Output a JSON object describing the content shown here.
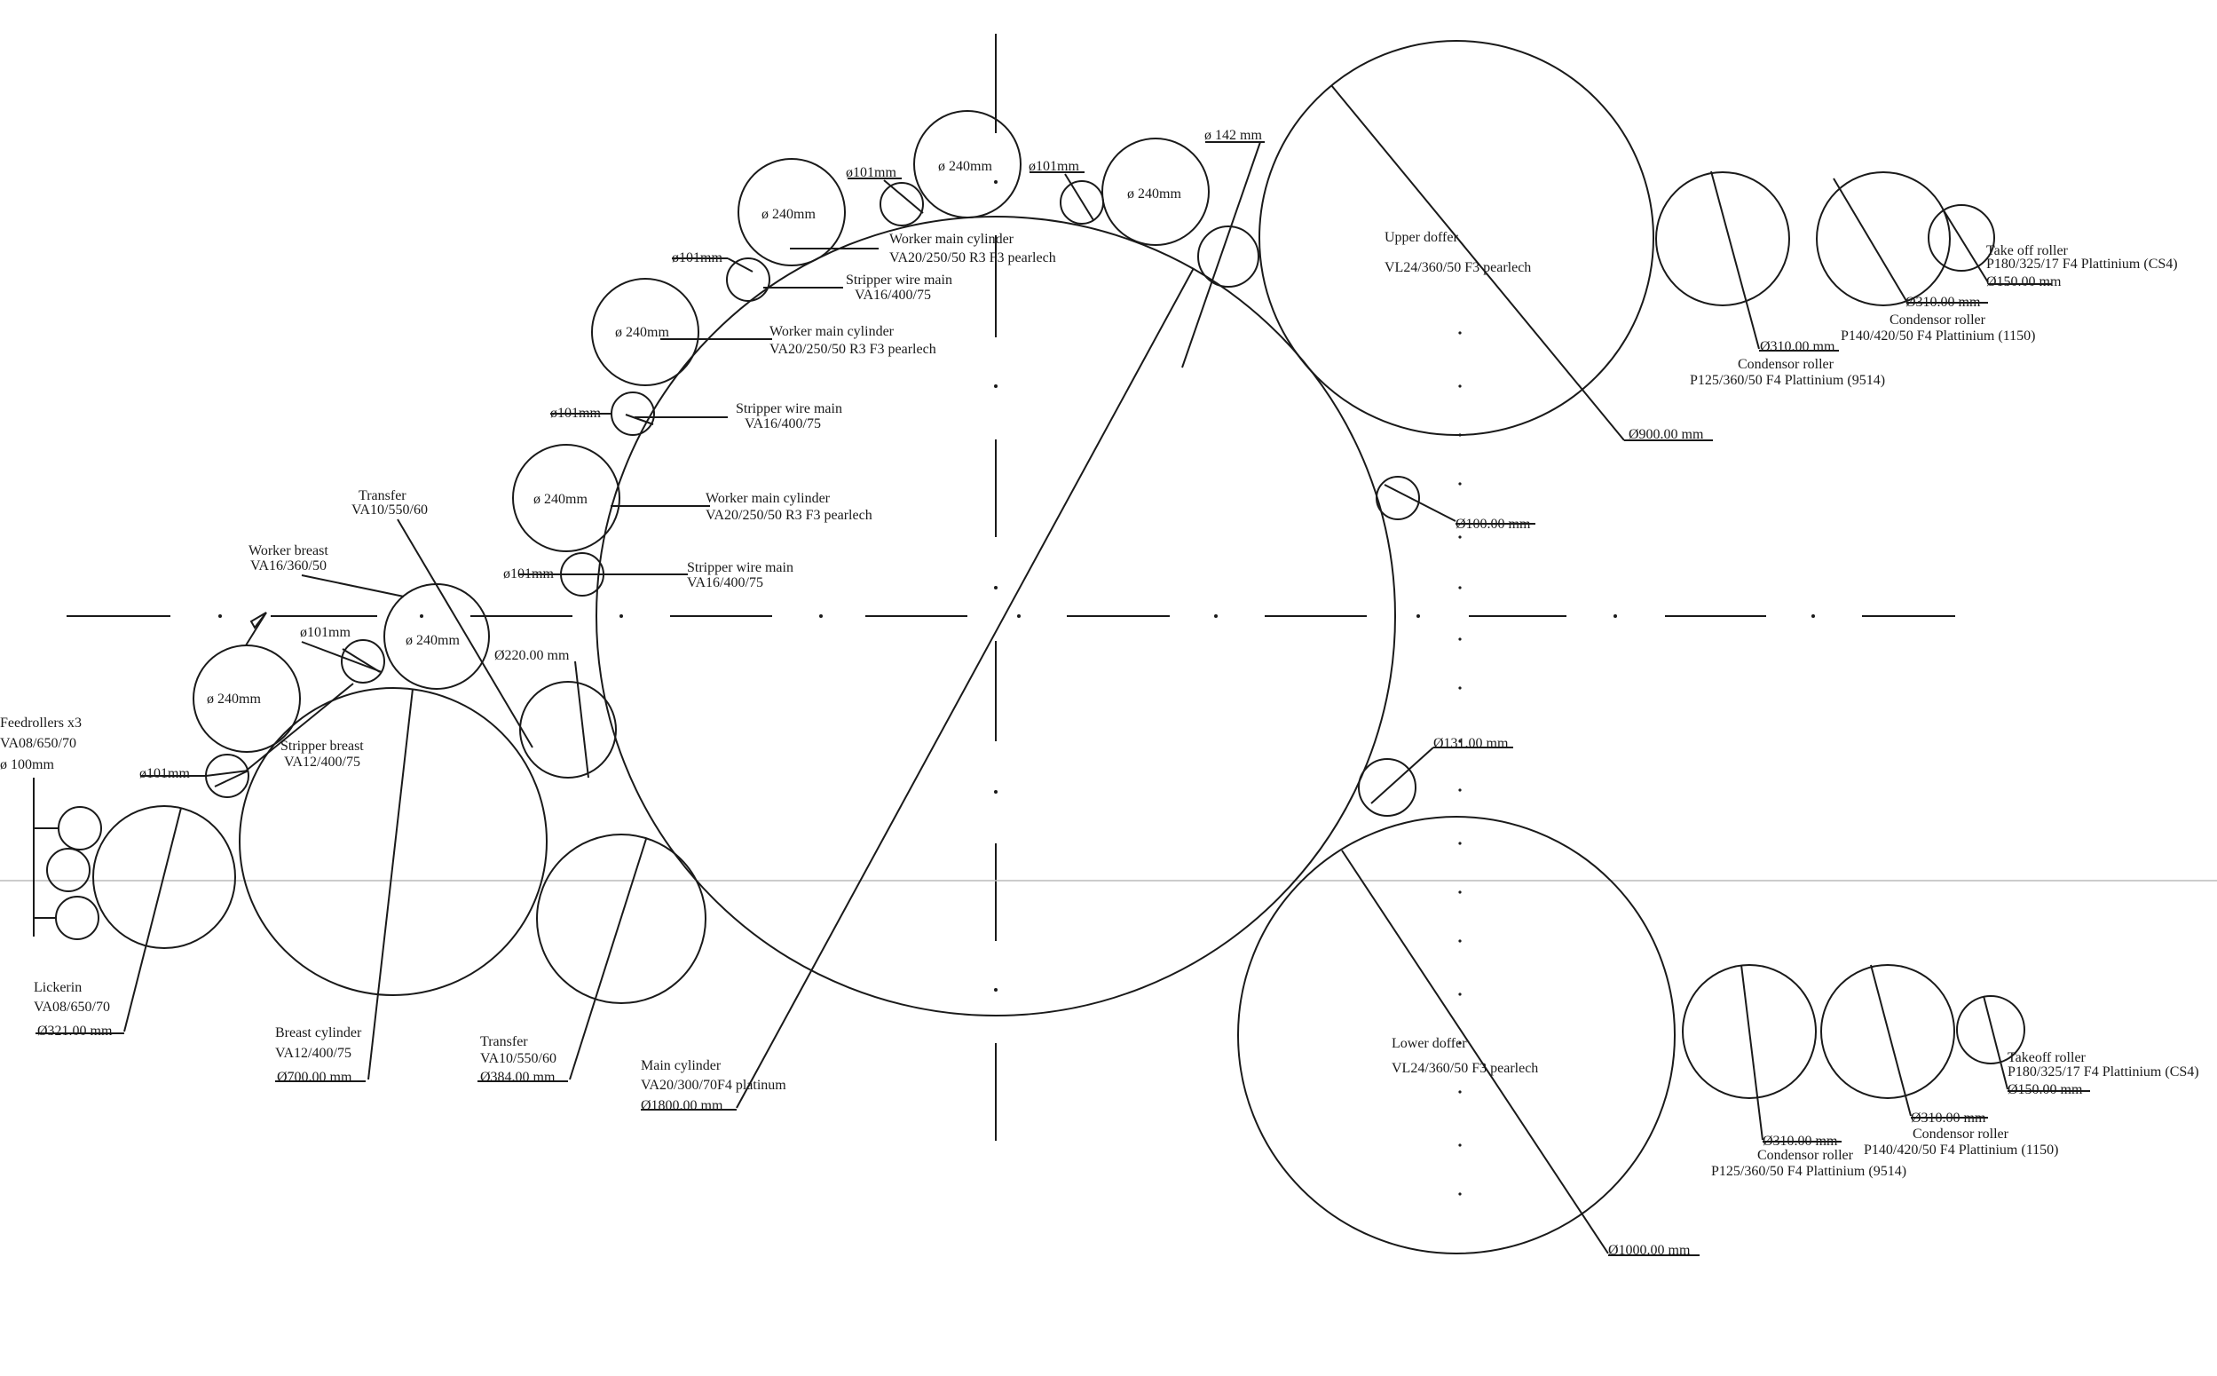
{
  "labels": {
    "feedrollers_title": "Feedrollers x3",
    "feedrollers_spec": "VA08/650/70",
    "feedrollers_dia": "ø 100mm",
    "lickerin_title": "Lickerin",
    "lickerin_spec": "VA08/650/70",
    "lickerin_dia": "Ø321.00 mm",
    "breast_title": "Breast cylinder",
    "breast_spec": "VA12/400/75",
    "breast_dia": "Ø700.00 mm",
    "transfer_low_title": "Transfer",
    "transfer_low_spec": "VA10/550/60",
    "transfer_low_dia": "Ø384.00 mm",
    "main_title": "Main cylinder",
    "main_spec": "VA20/300/70F4 platinum",
    "main_dia": "Ø1800.00 mm",
    "worker_breast_title": "Worker breast",
    "worker_breast_spec": "VA16/360/50",
    "transfer_top_title": "Transfer",
    "transfer_top_spec": "VA10/550/60",
    "stripper_breast_title": "Stripper breast",
    "stripper_breast_spec": "VA12/400/75",
    "dia_101a": "ø101mm",
    "dia_101b": "ø101mm",
    "dia_240a": "ø 240mm",
    "dia_240b": "ø 240mm",
    "dia_220": "Ø220.00 mm",
    "dia_240c": "ø 240mm",
    "dia_101c": "ø101mm",
    "stripper_main_1_title": "Stripper wire main",
    "stripper_main_1_spec": "VA16/400/75",
    "worker_main_1_title": "Worker main cylinder",
    "worker_main_1_spec": "VA20/250/50 R3 F3 pearlech",
    "dia_101d": "ø101mm",
    "stripper_main_2_title": "Stripper wire main",
    "stripper_main_2_spec": "VA16/400/75",
    "dia_240d": "ø 240mm",
    "worker_main_2_title": "Worker main cylinder",
    "worker_main_2_spec": "VA20/250/50 R3 F3 pearlech",
    "dia_101e": "ø101mm",
    "stripper_main_3_title": "Stripper wire main",
    "stripper_main_3_spec": "VA16/400/75",
    "dia_240e": "ø 240mm",
    "worker_main_3_title": "Worker main cylinder",
    "worker_main_3_spec": "VA20/250/50 R3 F3 pearlech",
    "dia_101f": "ø101mm",
    "dia_240f": "ø 240mm",
    "dia_101g": "ø101mm",
    "dia_240g": "ø 240mm",
    "dia_142": "ø 142 mm",
    "upper_doffer_title": "Upper doffer",
    "upper_doffer_spec": "VL24/360/50 F3 pearlech",
    "upper_doffer_dia": "Ø900.00 mm",
    "dia_100": "Ø100.00 mm",
    "dia_131": "Ø131.00 mm",
    "lower_doffer_title": "Lower doffer",
    "lower_doffer_spec": "VL24/360/50 F3 pearlech",
    "lower_doffer_dia": "Ø1000.00 mm",
    "u_cond1_dia": "Ø310.00 mm",
    "u_cond1_title": "Condensor roller",
    "u_cond1_spec": "P125/360/50 F4 Plattinium (9514)",
    "u_cond2_dia": "Ø310.00 mm",
    "u_cond2_title": "Condensor roller",
    "u_cond2_spec": "P140/420/50 F4 Plattinium (1150)",
    "u_take_title": "Take off roller",
    "u_take_spec": "P180/325/17 F4 Plattinium (CS4)",
    "u_take_dia": "Ø150.00 mm",
    "l_cond1_dia": "Ø310.00 mm",
    "l_cond1_title": "Condensor roller",
    "l_cond1_spec": "P125/360/50 F4 Plattinium (9514)",
    "l_cond2_dia": "Ø310.00 mm",
    "l_cond2_title": "Condensor roller",
    "l_cond2_spec": "P140/420/50 F4 Plattinium (1150)",
    "l_take_title": "Takeoff roller",
    "l_take_spec": "P180/325/17 F4 Plattinium (CS4)",
    "l_take_dia": "Ø150.00 mm"
  }
}
